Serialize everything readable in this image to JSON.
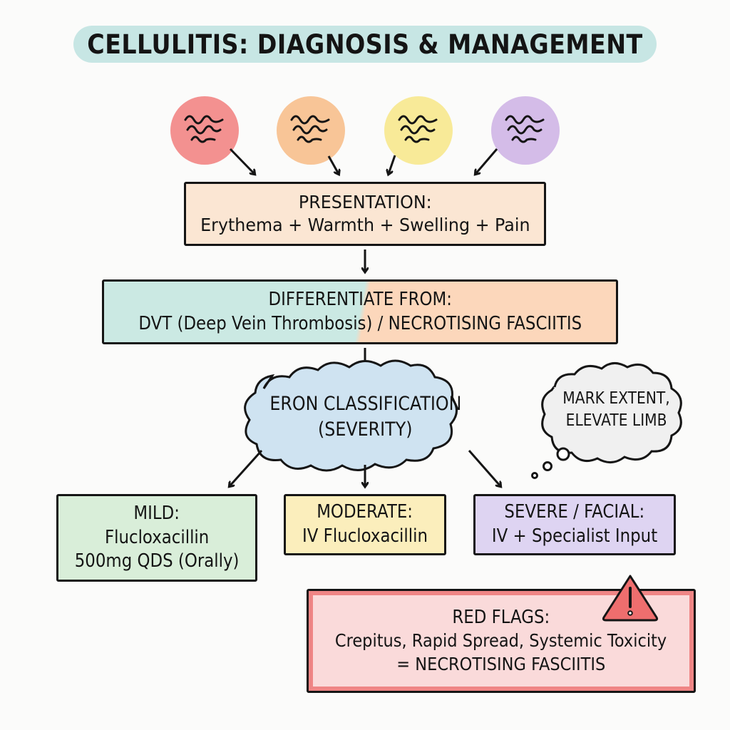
{
  "title": "CELLULITIS: DIAGNOSIS & MANAGEMENT",
  "colors": {
    "title_bg": "#c7e6e4",
    "symptom_circles": [
      "#f39190",
      "#f8c597",
      "#f8ea98",
      "#d4bce8"
    ],
    "presentation_bg": "#fbe6d3",
    "differentiate_left_bg": "#cbe9e3",
    "differentiate_right_bg": "#fcd7bb",
    "eron_cloud_bg": "#cfe3f1",
    "note_cloud_bg": "#f0f0f0",
    "mild_bg": "#d9eed9",
    "moderate_bg": "#fbeebc",
    "severe_bg": "#ded4f2",
    "red_flags_bg": "#fadada",
    "red_flags_border": "#ef8585",
    "warning_icon": "#ee6e6e"
  },
  "symptom_icons": [
    "wavy-lines-icon",
    "wavy-lines-icon",
    "wavy-lines-icon",
    "wavy-lines-icon"
  ],
  "presentation": {
    "heading": "PRESENTATION:",
    "text": "Erythema + Warmth + Swelling + Pain"
  },
  "differentiate": {
    "heading": "DIFFERENTIATE FROM:",
    "text": "DVT (Deep Vein Thrombosis) / NECROTISING FASCIITIS"
  },
  "eron": {
    "line1": "ERON CLASSIFICATION",
    "line2": "(SEVERITY)"
  },
  "note": {
    "line1": "MARK EXTENT,",
    "line2": "ELEVATE LIMB"
  },
  "mild": {
    "heading": "MILD:",
    "line1": "Flucloxacillin",
    "line2": "500mg QDS (Orally)"
  },
  "moderate": {
    "heading": "MODERATE:",
    "line1": "IV Flucloxacillin"
  },
  "severe": {
    "heading": "SEVERE / FACIAL:",
    "line1": "IV + Specialist Input"
  },
  "red_flags": {
    "heading": "RED FLAGS:",
    "line1": "Crepitus, Rapid Spread, Systemic Toxicity",
    "line2": "= NECROTISING FASCIITIS"
  }
}
